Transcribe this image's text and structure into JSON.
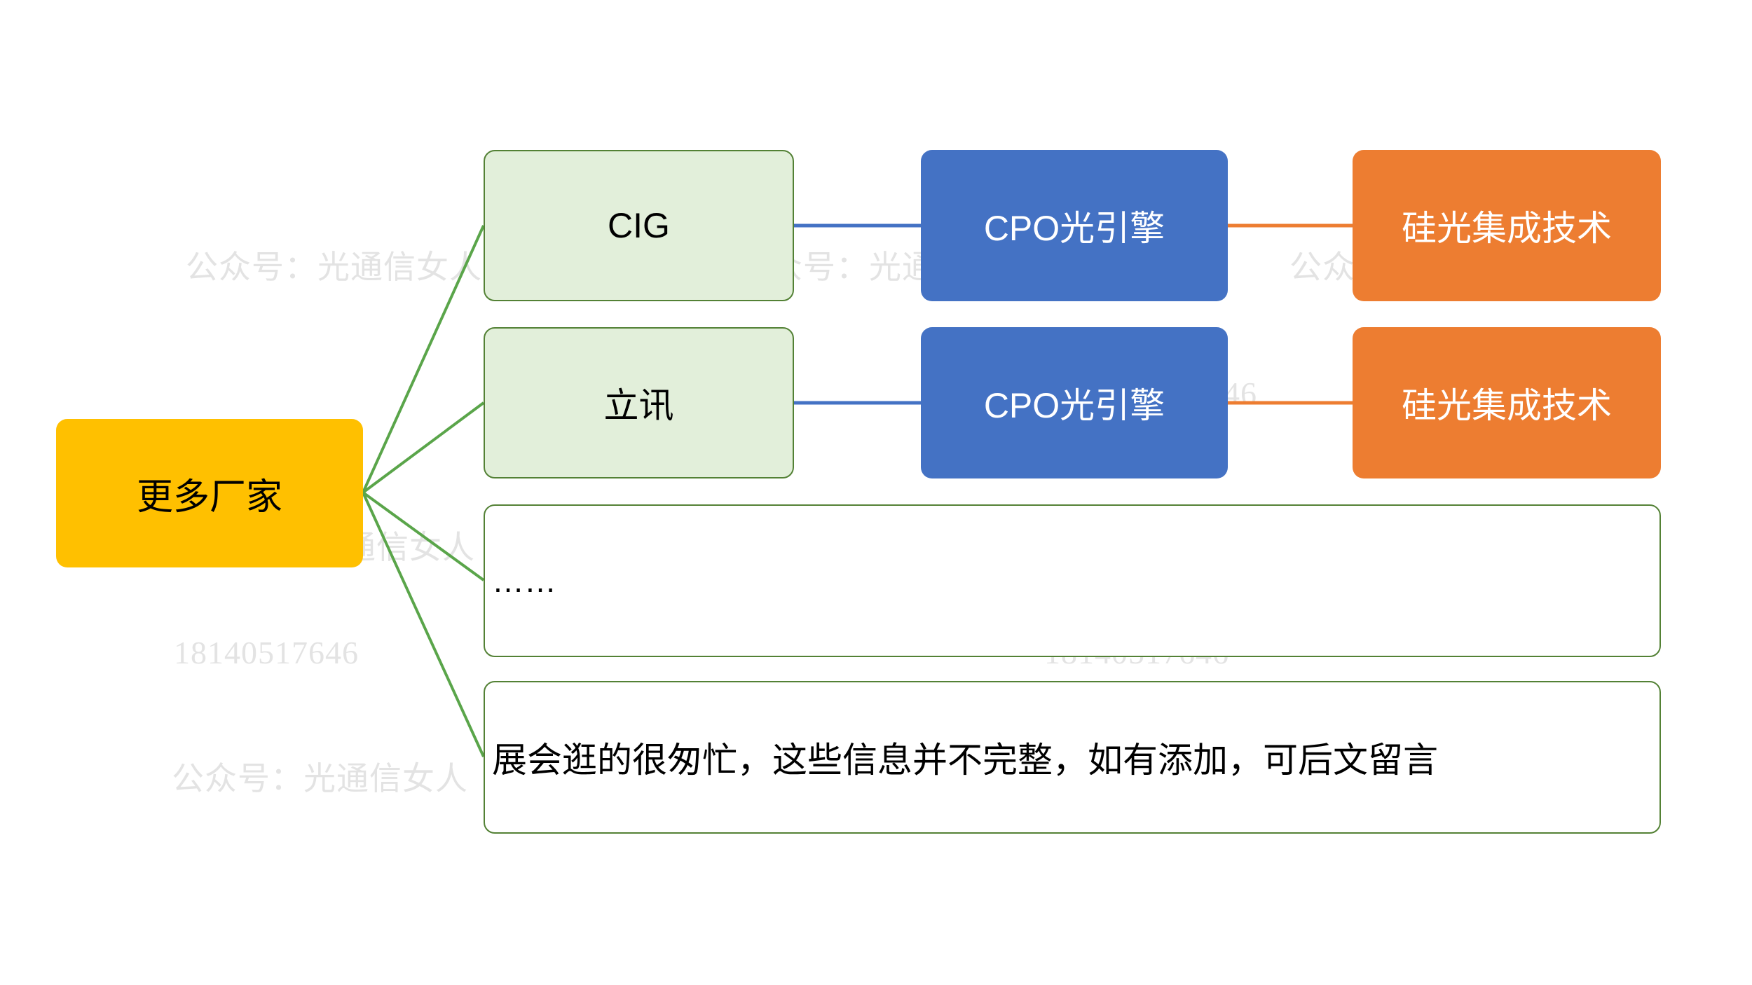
{
  "diagram": {
    "type": "hierarchy-flow",
    "background_color": "#ffffff",
    "palette": {
      "yellow_fill": "#ffc000",
      "green_fill": "#e2efda",
      "green_border": "#538135",
      "blue_fill": "#4472c4",
      "orange_fill": "#ed7d31",
      "green_connector": "#5aa54a",
      "blue_connector": "#4472c4",
      "orange_connector": "#ed7d31",
      "text_dark": "#000000",
      "text_light": "#ffffff",
      "watermark_gray": "#e3e3e3"
    },
    "root": {
      "label": "更多厂家"
    },
    "branches": [
      {
        "vendor": "CIG",
        "product": "CPO光引擎",
        "technology": "硅光集成技术"
      },
      {
        "vendor": "立讯",
        "product": "CPO光引擎",
        "technology": "硅光集成技术"
      }
    ],
    "notes": [
      {
        "label": "……"
      },
      {
        "label": "展会逛的很匆忙，这些信息并不完整，如有添加，可后文留言"
      }
    ]
  },
  "watermarks": {
    "name_text": "公众号：光通信女人",
    "phone_text": "18140517646"
  }
}
